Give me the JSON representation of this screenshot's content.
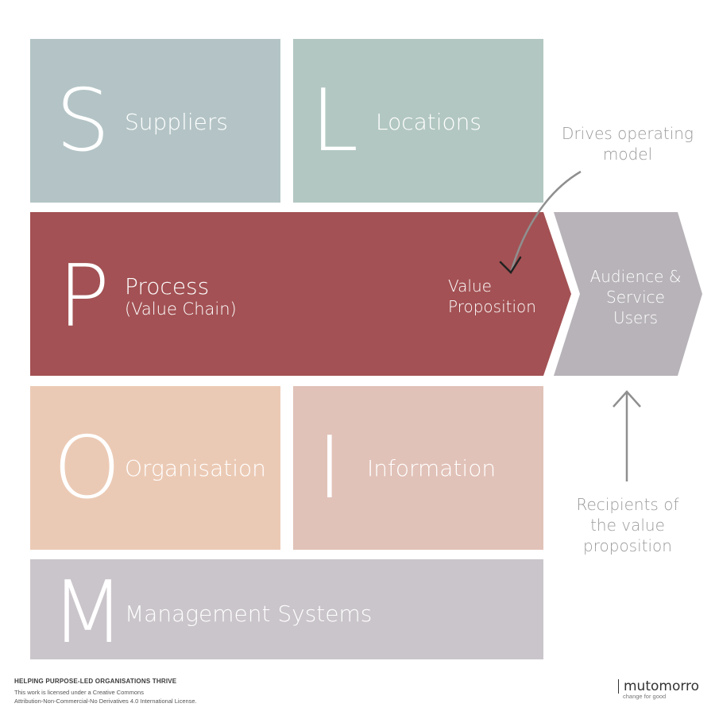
{
  "colors": {
    "suppliers": "#b4c4c6",
    "locations": "#b2c7c1",
    "process": "#a35154",
    "audience": "#b7b3b8",
    "organisation": "#ebcab5",
    "information": "#e1c2b8",
    "management": "#cac5ca",
    "note_text": "#9a9a9a",
    "arrow_dark": "#222222",
    "arrow_grey": "#8f8f8f"
  },
  "blocks": {
    "s": {
      "letter": "S",
      "label": "Suppliers"
    },
    "l": {
      "letter": "L",
      "label": "Locations"
    },
    "p": {
      "letter": "P",
      "label": "Process",
      "sublabel": "(Value Chain)",
      "value_line1": "Value",
      "value_line2": "Proposition"
    },
    "o": {
      "letter": "O",
      "label": "Organisation"
    },
    "i": {
      "letter": "I",
      "label": "Information"
    },
    "m": {
      "letter": "M",
      "label": "Management Systems"
    }
  },
  "audience": {
    "line1": "Audience &",
    "line2": "Service",
    "line3": "Users"
  },
  "notes": {
    "drives_line1": "Drives operating",
    "drives_line2": "model",
    "recipients_line1": "Recipients of",
    "recipients_line2": "the value",
    "recipients_line3": "proposition"
  },
  "footer": {
    "heading": "HELPING PURPOSE-LED ORGANISATIONS THRIVE",
    "license_line1": "This work is licensed under a Creative Commons",
    "license_line2": "Attribution-Non-Commercial-No Derivatives 4.0 International License.",
    "brand": "mutomorro",
    "tagline": "change for good"
  }
}
